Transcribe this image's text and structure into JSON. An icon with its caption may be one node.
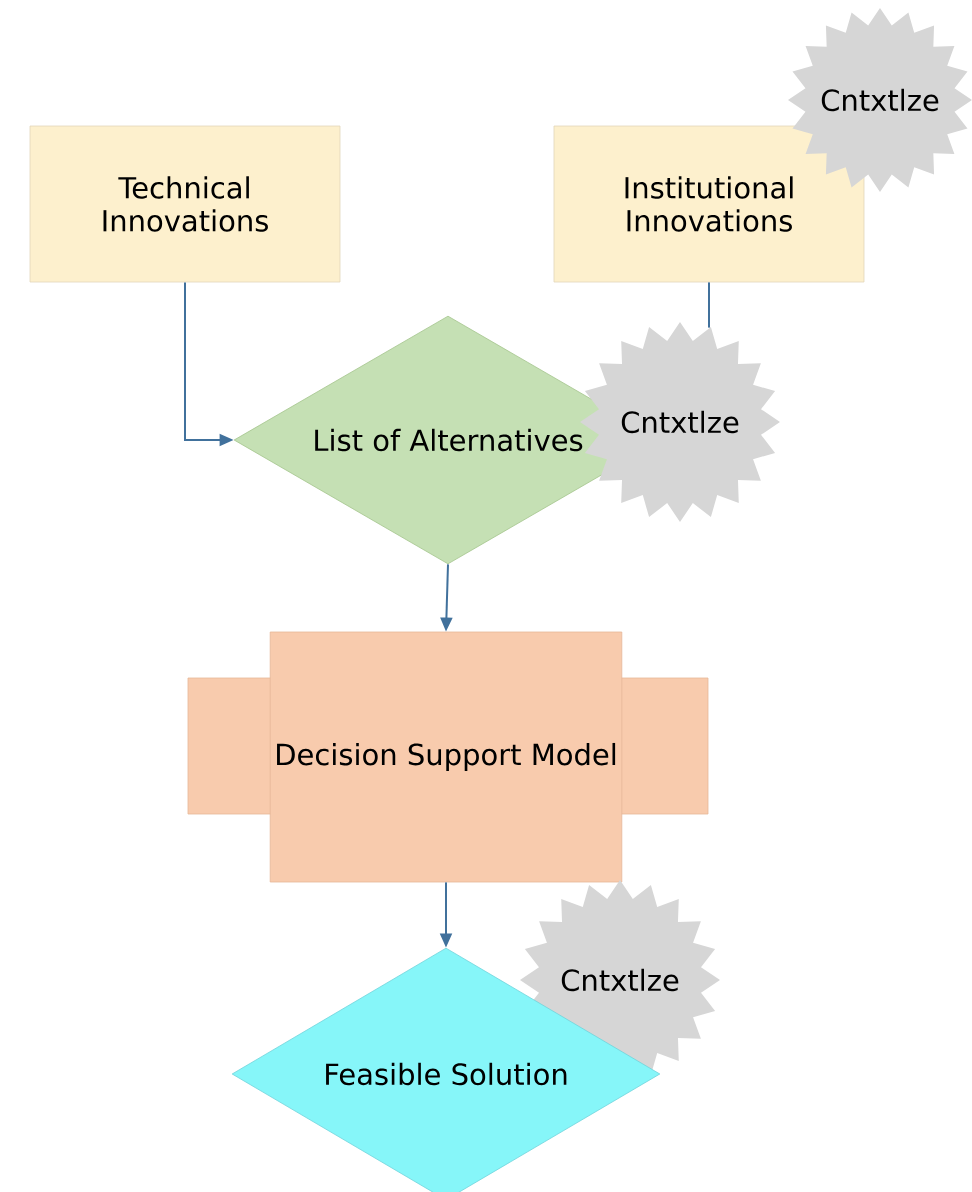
{
  "diagram": {
    "nodes": [
      {
        "text": [
          "Technical Innovations"
        ]
      },
      {
        "text": [
          "Institutional Innovations"
        ]
      },
      {
        "text": [
          "Cntxtlze"
        ]
      },
      {
        "text": [
          "List of Alternatives"
        ]
      },
      {
        "text": [
          "Cntxtlze"
        ]
      },
      {
        "text": [
          "Decision Support Model"
        ]
      },
      {
        "text": [
          "Cntxtlze"
        ]
      },
      {
        "text": [
          "Feasible Solution"
        ]
      }
    ],
    "edges": [
      {
        "from": 0,
        "to": 3,
        "arrow": "to"
      },
      {
        "from": 1,
        "to": 4,
        "arrow": "none"
      },
      {
        "from": 3,
        "to": 5,
        "arrow": "to"
      },
      {
        "from": 5,
        "to": 7,
        "arrow": "to"
      }
    ]
  }
}
